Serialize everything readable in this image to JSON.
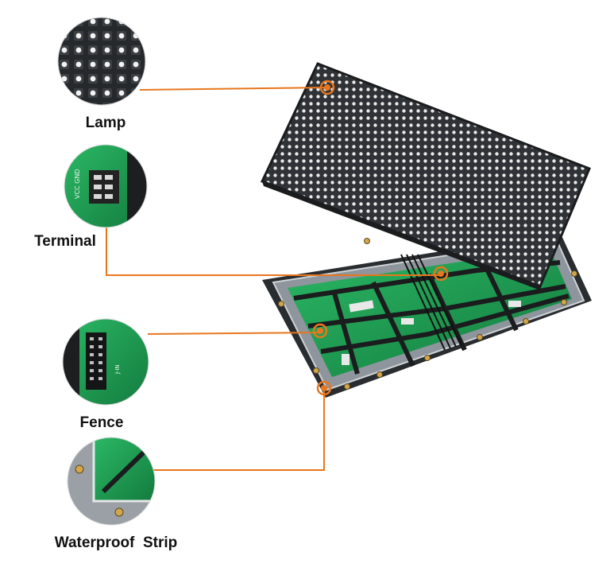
{
  "callouts": {
    "lamp": {
      "label": "Lamp",
      "icon": "led-lamp-closeup-icon"
    },
    "terminal": {
      "label": "Terminal",
      "icon": "power-terminal-closeup-icon"
    },
    "fence": {
      "label": "Fence",
      "icon": "connector-fence-closeup-icon"
    },
    "waterproof_strip": {
      "label": "Waterproof  Strip",
      "icon": "waterproof-strip-closeup-icon"
    }
  },
  "colors": {
    "leader_line": "#e8761e",
    "pcb_green": "#1f9a52",
    "module_dark": "#3a3d40",
    "frame_gray": "#9aa0a6",
    "label_text": "#111111"
  }
}
